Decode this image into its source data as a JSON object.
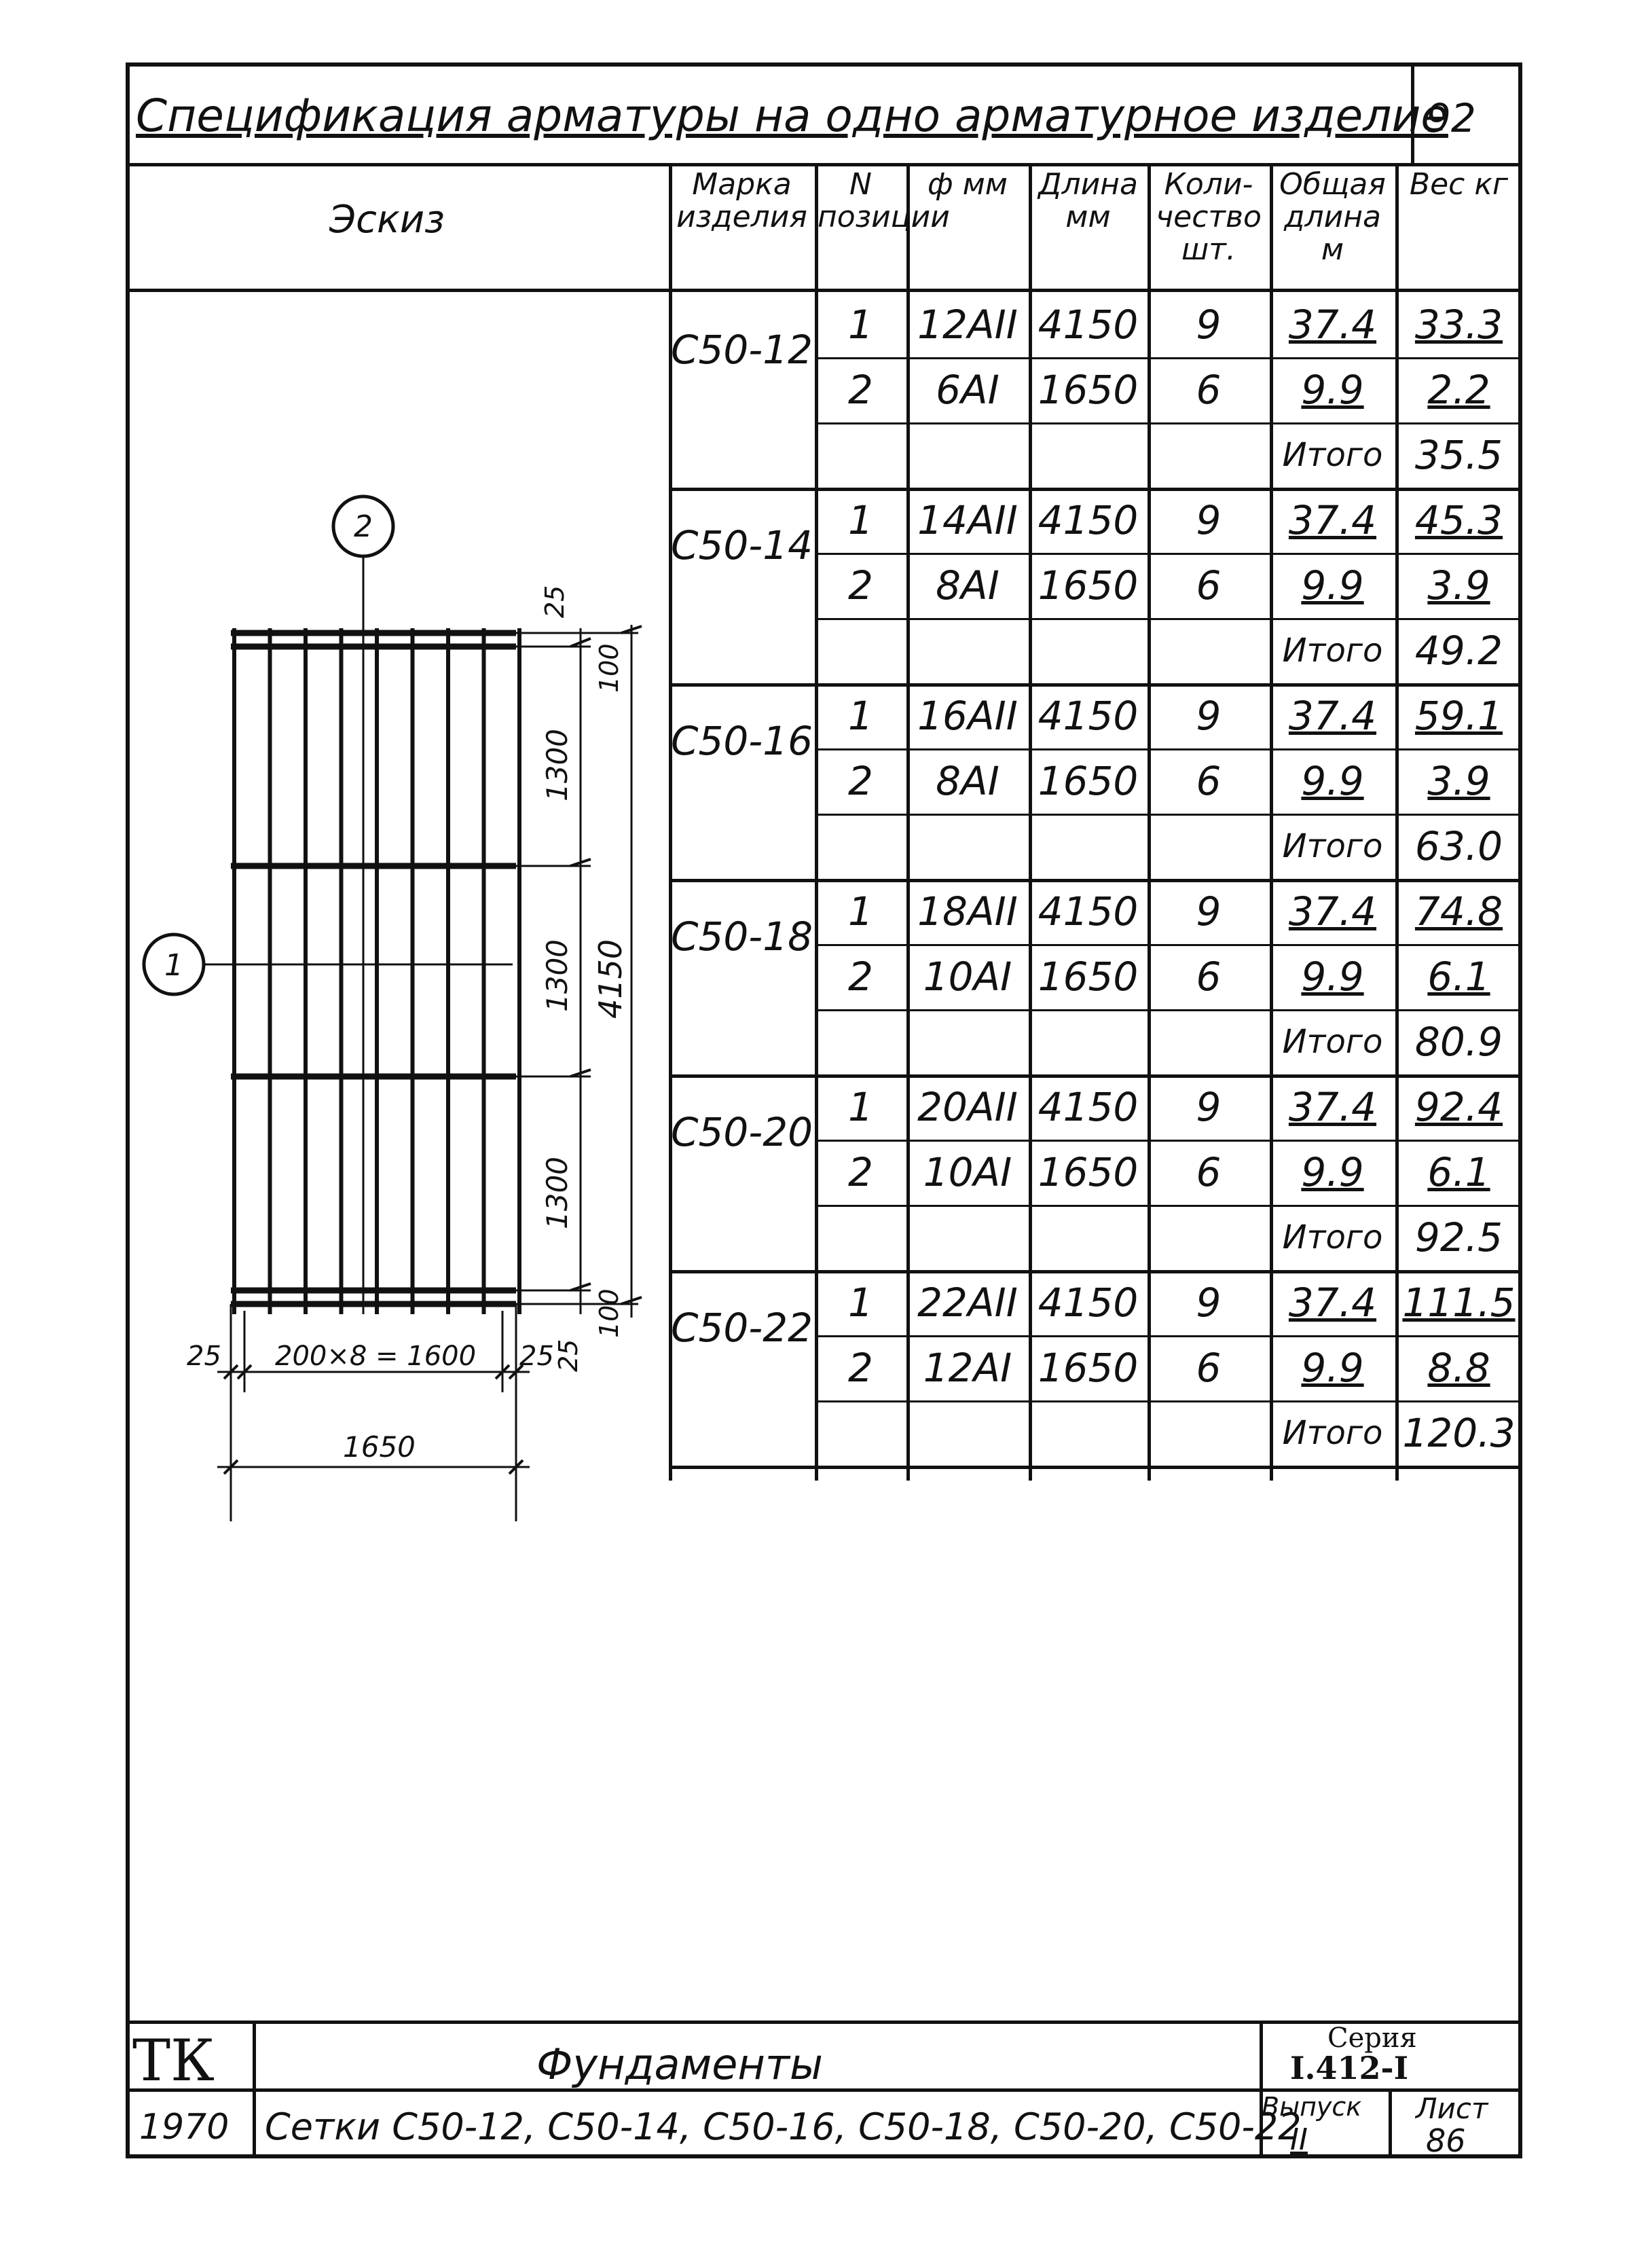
{
  "header": {
    "title": "Спецификация арматуры на одно арматурное изделие",
    "page_no": "92"
  },
  "columns": {
    "sketch": "Эскиз",
    "mark": "Марка изделия",
    "pos": "N позиции",
    "dia": "ф мм",
    "length": "Длина мм",
    "qty": "Коли- чество шт.",
    "total_len": "Общая длина м",
    "weight": "Вес кг"
  },
  "products": [
    {
      "mark": "С50-12",
      "rows": [
        {
          "pos": "1",
          "dia": "12АII",
          "length": "4150",
          "qty": "9",
          "total_len": "37.4",
          "weight": "33.3"
        },
        {
          "pos": "2",
          "dia": "6АI",
          "length": "1650",
          "qty": "6",
          "total_len": "9.9",
          "weight": "2.2"
        }
      ],
      "total_label": "Итого",
      "total": "35.5"
    },
    {
      "mark": "С50-14",
      "rows": [
        {
          "pos": "1",
          "dia": "14АII",
          "length": "4150",
          "qty": "9",
          "total_len": "37.4",
          "weight": "45.3"
        },
        {
          "pos": "2",
          "dia": "8АI",
          "length": "1650",
          "qty": "6",
          "total_len": "9.9",
          "weight": "3.9"
        }
      ],
      "total_label": "Итого",
      "total": "49.2"
    },
    {
      "mark": "С50-16",
      "rows": [
        {
          "pos": "1",
          "dia": "16АII",
          "length": "4150",
          "qty": "9",
          "total_len": "37.4",
          "weight": "59.1"
        },
        {
          "pos": "2",
          "dia": "8АI",
          "length": "1650",
          "qty": "6",
          "total_len": "9.9",
          "weight": "3.9"
        }
      ],
      "total_label": "Итого",
      "total": "63.0"
    },
    {
      "mark": "С50-18",
      "rows": [
        {
          "pos": "1",
          "dia": "18АII",
          "length": "4150",
          "qty": "9",
          "total_len": "37.4",
          "weight": "74.8"
        },
        {
          "pos": "2",
          "dia": "10АI",
          "length": "1650",
          "qty": "6",
          "total_len": "9.9",
          "weight": "6.1"
        }
      ],
      "total_label": "Итого",
      "total": "80.9"
    },
    {
      "mark": "С50-20",
      "rows": [
        {
          "pos": "1",
          "dia": "20АII",
          "length": "4150",
          "qty": "9",
          "total_len": "37.4",
          "weight": "92.4"
        },
        {
          "pos": "2",
          "dia": "10АI",
          "length": "1650",
          "qty": "6",
          "total_len": "9.9",
          "weight": "6.1"
        }
      ],
      "total_label": "Итого",
      "total": "92.5"
    },
    {
      "mark": "С50-22",
      "rows": [
        {
          "pos": "1",
          "dia": "22АII",
          "length": "4150",
          "qty": "9",
          "total_len": "37.4",
          "weight": "111.5"
        },
        {
          "pos": "2",
          "dia": "12АI",
          "length": "1650",
          "qty": "6",
          "total_len": "9.9",
          "weight": "8.8"
        }
      ],
      "total_label": "Итого",
      "total": "120.3"
    }
  ],
  "sketch": {
    "callout_top": "2",
    "callout_left": "1",
    "dim_25_top": "25",
    "dim_100_top": "100",
    "dim_1300_a": "1300",
    "dim_1300_b": "1300",
    "dim_1300_c": "1300",
    "dim_4150": "4150",
    "dim_100_bottom": "100",
    "dim_25_bottom": "25",
    "dim_25_left": "25",
    "dim_spacing": "200×8 = 1600",
    "dim_25_right": "25",
    "dim_1650": "1650"
  },
  "title_block": {
    "code": "ТК",
    "name": "Фундаменты",
    "series_label": "Серия",
    "series": "I.412-I",
    "year": "1970",
    "subject": "Сетки С50-12, С50-14, С50-16, С50-18, С50-20, С50-22",
    "issue_label": "Выпуск",
    "issue": "II",
    "sheet_label": "Лист",
    "sheet": "86"
  }
}
